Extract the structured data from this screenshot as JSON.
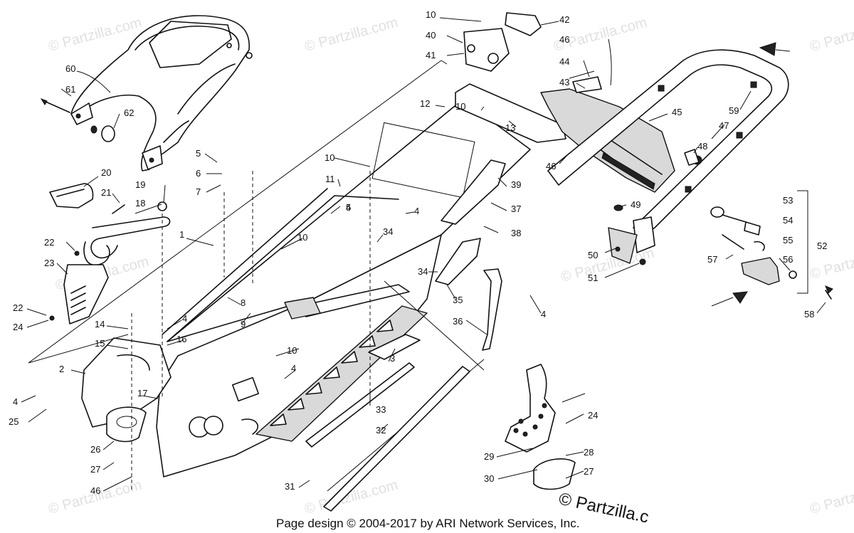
{
  "footer": "Page design © 2004-2017 by ARI Network Services, Inc.",
  "watermark": "© Partzilla.com",
  "corner_watermark": "© Partzilla.c",
  "callouts": {
    "c1": "1",
    "c2": "2",
    "c3": "3",
    "c4a": "4",
    "c4b": "4",
    "c4c": "4",
    "c4d": "4",
    "c4e": "4",
    "c4f": "4",
    "c5a": "5",
    "c5b": "5",
    "c6": "6",
    "c7": "7",
    "c8": "8",
    "c9": "9",
    "c10a": "10",
    "c10b": "10",
    "c10c": "10",
    "c10d": "10",
    "c10e": "10",
    "c11": "11",
    "c12": "12",
    "c13": "13",
    "c14": "14",
    "c15": "15",
    "c16": "16",
    "c17": "17",
    "c18": "18",
    "c19": "19",
    "c20": "20",
    "c21": "21",
    "c22a": "22",
    "c22b": "22",
    "c23": "23",
    "c24a": "24",
    "c24b": "24",
    "c25": "25",
    "c26": "26",
    "c27a": "27",
    "c27b": "27",
    "c28": "28",
    "c29": "29",
    "c30": "30",
    "c31": "31",
    "c32": "32",
    "c33": "33",
    "c34a": "34",
    "c34b": "34",
    "c35": "35",
    "c36": "36",
    "c37": "37",
    "c38": "38",
    "c39": "39",
    "c40": "40",
    "c41": "41",
    "c42": "42",
    "c43": "43",
    "c44": "44",
    "c45": "45",
    "c46a": "46",
    "c46b": "46",
    "c46c": "46",
    "c47": "47",
    "c48": "48",
    "c49": "49",
    "c50": "50",
    "c51": "51",
    "c52": "52",
    "c53": "53",
    "c54": "54",
    "c55": "55",
    "c56": "56",
    "c57": "57",
    "c58": "58",
    "c59": "59",
    "c60": "60",
    "c61": "61",
    "c62": "62"
  }
}
